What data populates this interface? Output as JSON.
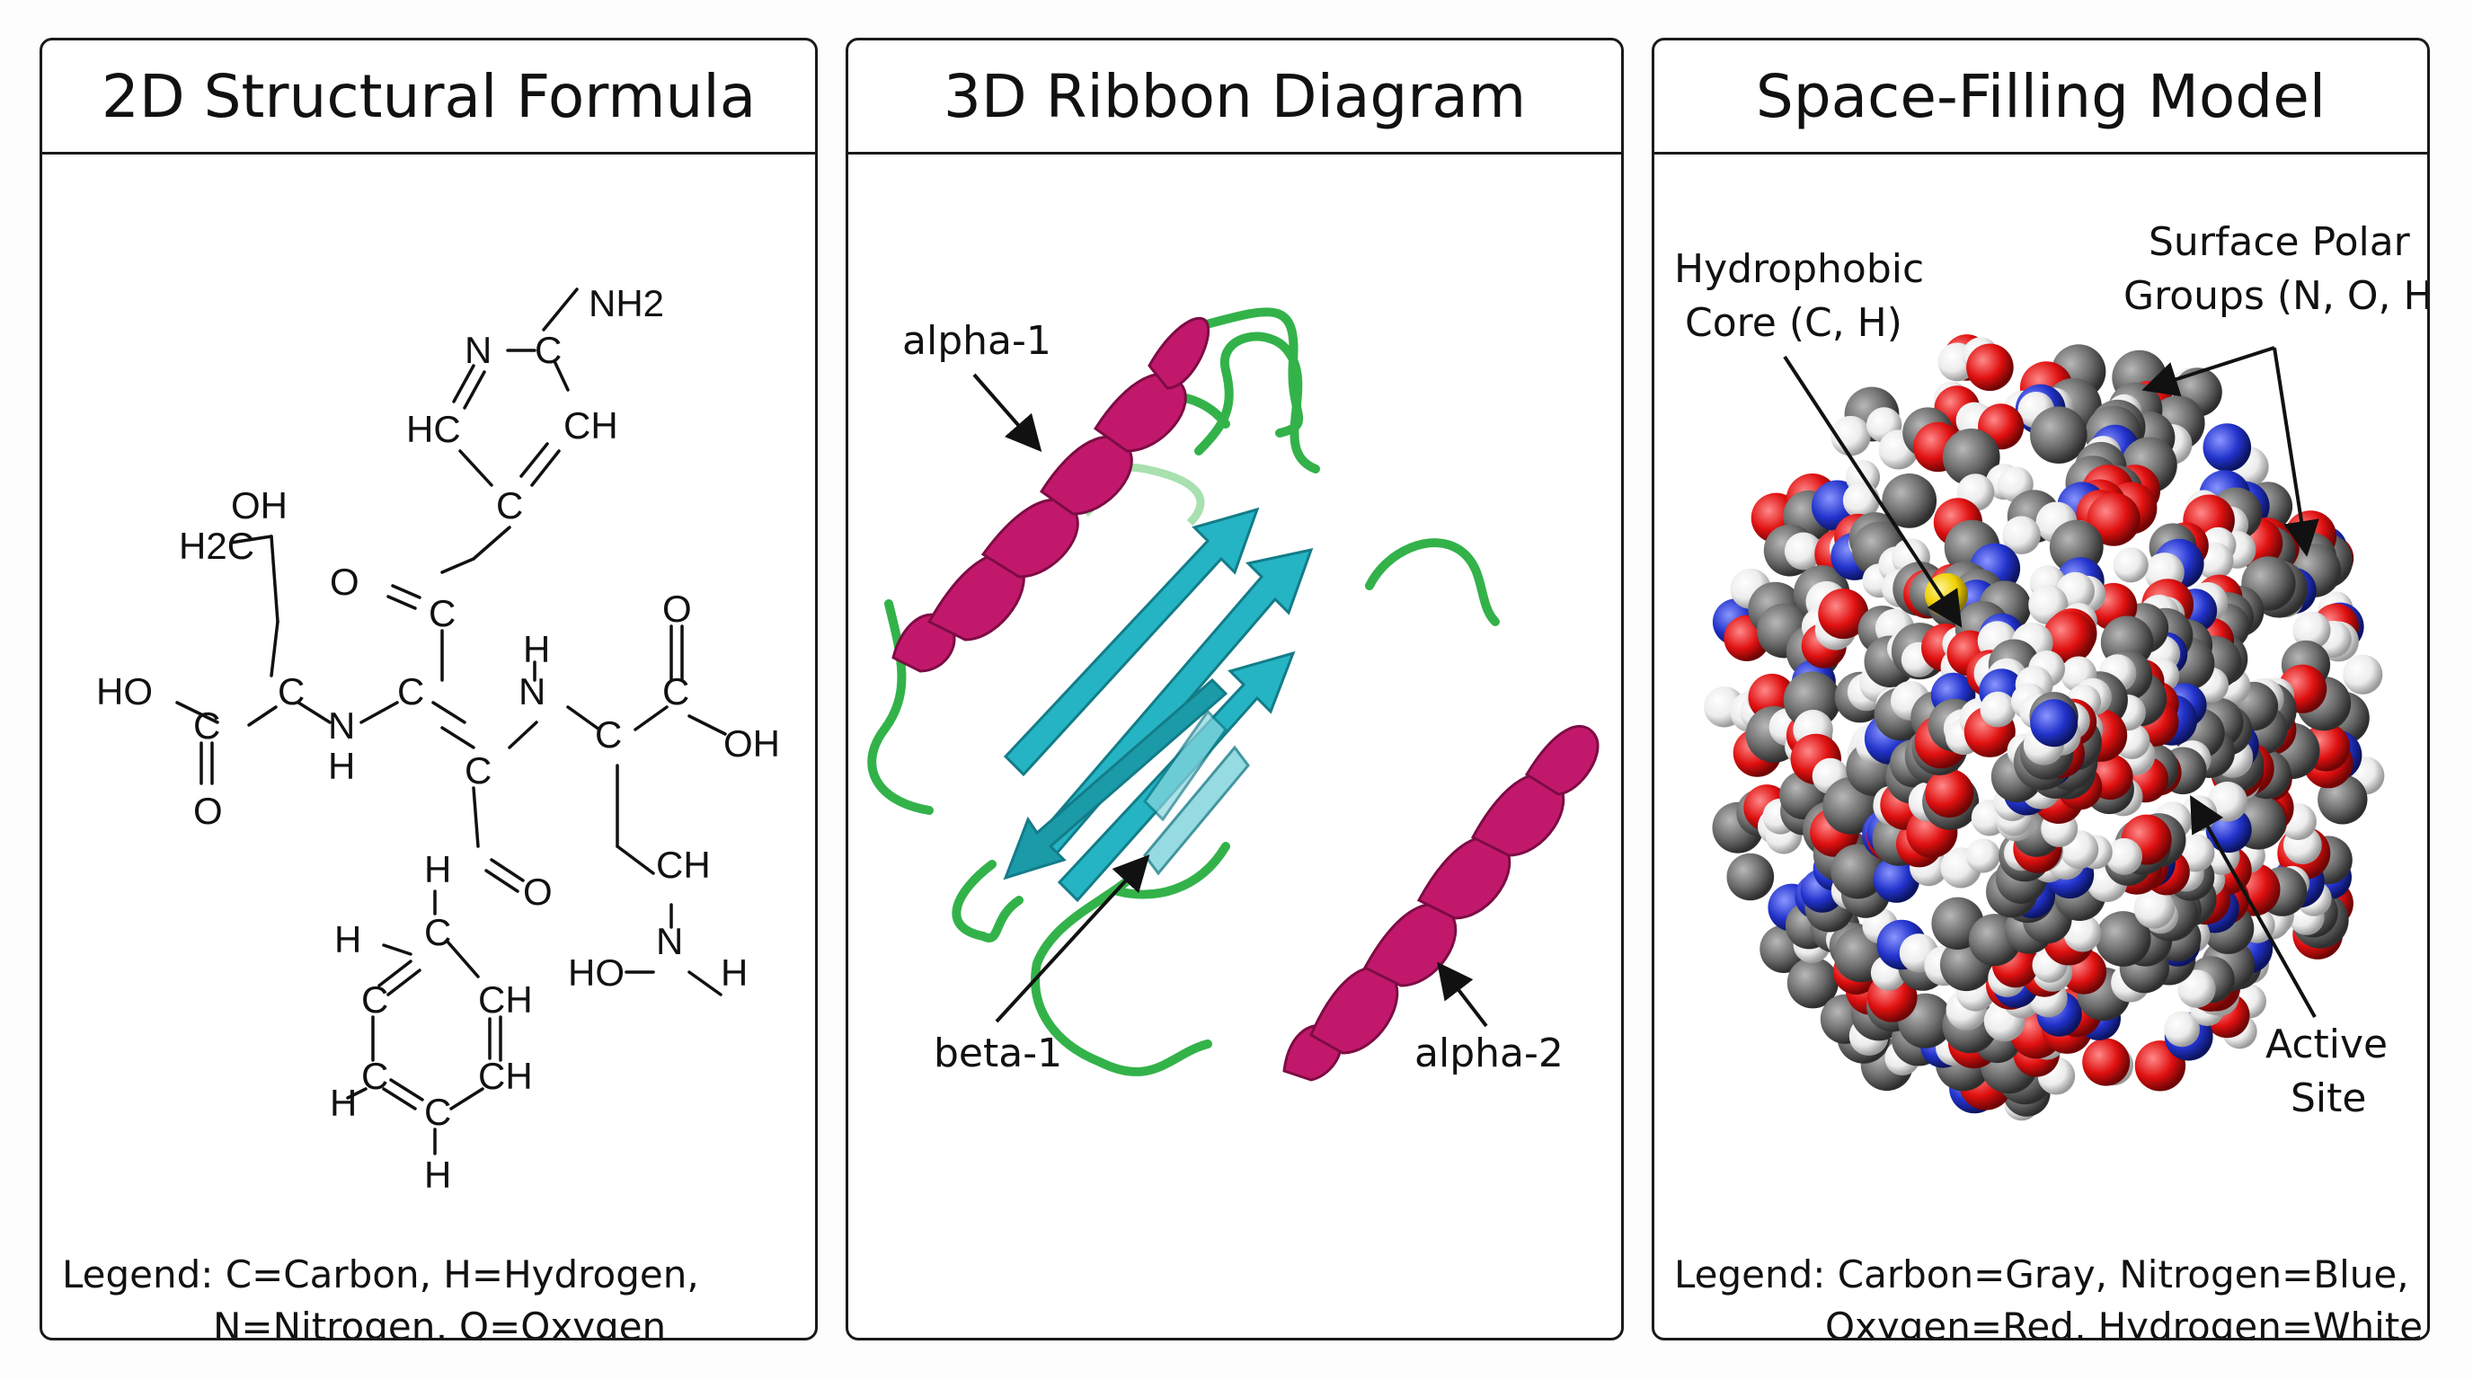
{
  "panels": [
    {
      "title": "2D Structural Formula",
      "legend_line1": "Legend: C=Carbon, H=Hydrogen,",
      "legend_line2": "N=Nitrogen, O=Oxygen",
      "atoms": {
        "nh2": "NH2",
        "n_ring": "N",
        "c_ring_top": "C",
        "hc": "HC",
        "ch": "CH",
        "c_ring_bottom": "C",
        "oh_top": "OH",
        "h2c": "H2C",
        "ho_left": "HO",
        "c_alpha1": "C",
        "c_acid1": "C",
        "o_acid1": "O",
        "n_amide1": "N",
        "h_amide1": "H",
        "o_ketone": "O",
        "c_ketone": "C",
        "c_center": "C",
        "c_right": "C",
        "o_lower": "O",
        "c_lower": "C",
        "h_nh": "H",
        "n_nh": "N",
        "c_alpha2": "C",
        "o_acid2": "O",
        "c_acid2": "C",
        "oh_right": "OH",
        "ch_side": "CH",
        "n_side": "N",
        "ho_side": "HO",
        "h_side": "H",
        "benz_h_top": "H",
        "benz_h_left": "H",
        "benz_c1": "C",
        "benz_c2": "C",
        "benz_ch1": "CH",
        "benz_c3": "C",
        "benz_ch2": "CH",
        "benz_h_left2": "H",
        "benz_c4": "C",
        "benz_h_bottom": "H"
      }
    },
    {
      "title": "3D Ribbon Diagram",
      "labels": {
        "alpha1": "alpha-1",
        "beta1": "beta-1",
        "alpha2": "alpha-2"
      },
      "colors": {
        "helix": "#c2186b",
        "sheet": "#25b4c4",
        "loop": "#33b24a"
      }
    },
    {
      "title": "Space-Filling Model",
      "labels": {
        "hydrophobic_line1": "Hydrophobic",
        "hydrophobic_line2": "Core (C, H)",
        "surface_line1": "Surface Polar",
        "surface_line2": "Groups (N, O, H)",
        "active_line1": "Active",
        "active_line2": "Site"
      },
      "legend_line1": "Legend: Carbon=Gray, Nitrogen=Blue,",
      "legend_line2": "Oxygen=Red, Hydrogen=White",
      "colors": {
        "carbon": "#6b6b6b",
        "nitrogen": "#2233cc",
        "oxygen": "#e01010",
        "hydrogen": "#f2f2f2",
        "sulfur": "#f0d000"
      }
    }
  ]
}
